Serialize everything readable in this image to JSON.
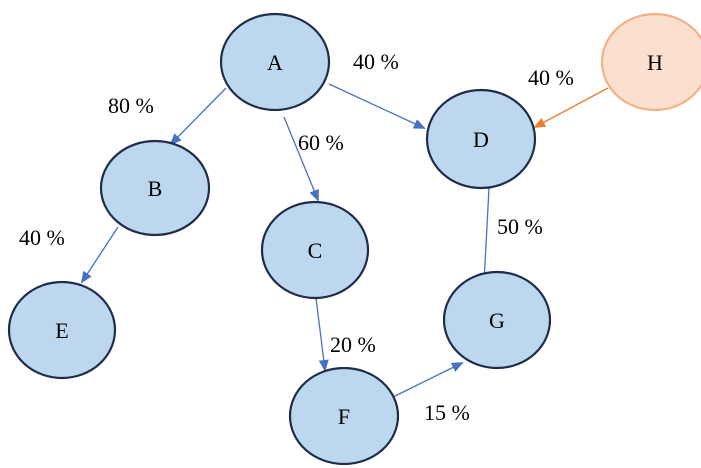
{
  "colors": {
    "node_fill": "#bdd7ee",
    "node_stroke": "#1f2d4a",
    "edge_blue": "#4472c4",
    "highlight_fill": "#fbe0cf",
    "highlight_stroke": "#f4b183",
    "edge_orange": "#ed7d31"
  },
  "nodes": {
    "a": {
      "label": "A"
    },
    "b": {
      "label": "B"
    },
    "c": {
      "label": "C"
    },
    "d": {
      "label": "D"
    },
    "e": {
      "label": "E"
    },
    "f": {
      "label": "F"
    },
    "g": {
      "label": "G"
    },
    "h": {
      "label": "H"
    }
  },
  "edges": [
    {
      "from": "A",
      "to": "B",
      "label": "80 %"
    },
    {
      "from": "A",
      "to": "C",
      "label": "60 %"
    },
    {
      "from": "A",
      "to": "D",
      "label": "40 %"
    },
    {
      "from": "B",
      "to": "E",
      "label": "40 %"
    },
    {
      "from": "C",
      "to": "F",
      "label": "20 %"
    },
    {
      "from": "D",
      "to": "G",
      "label": "50 %"
    },
    {
      "from": "F",
      "to": "G",
      "label": "15 %"
    },
    {
      "from": "H",
      "to": "D",
      "label": "40 %"
    }
  ]
}
